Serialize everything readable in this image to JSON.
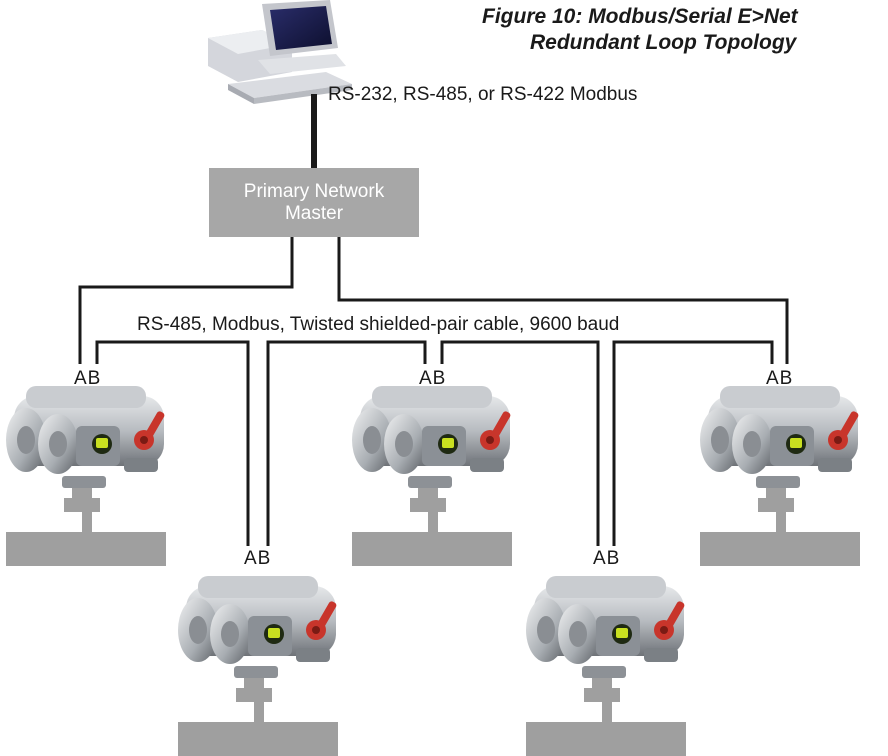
{
  "figure": {
    "title_line1": "Figure 10: Modbus/Serial E>Net",
    "title_line2": "Redundant Loop Topology"
  },
  "host_link_label": "RS-232, RS-485, or RS-422 Modbus",
  "master": {
    "line1": "Primary Network",
    "line2": "Master"
  },
  "bus_label": "RS-485, Modbus, Twisted shielded-pair cable, 9600 baud",
  "actuators": [
    {
      "terminal_label": "AB"
    },
    {
      "terminal_label": "AB"
    },
    {
      "terminal_label": "AB"
    },
    {
      "terminal_label": "AB"
    },
    {
      "terminal_label": "AB"
    }
  ],
  "colors": {
    "master_box": "#a7a7a7",
    "valve_base": "#9f9f9f",
    "actuator_body": "#b9bdc2",
    "handle": "#c8352b",
    "display": "#c9e020",
    "wire": "#1a1a1a"
  }
}
